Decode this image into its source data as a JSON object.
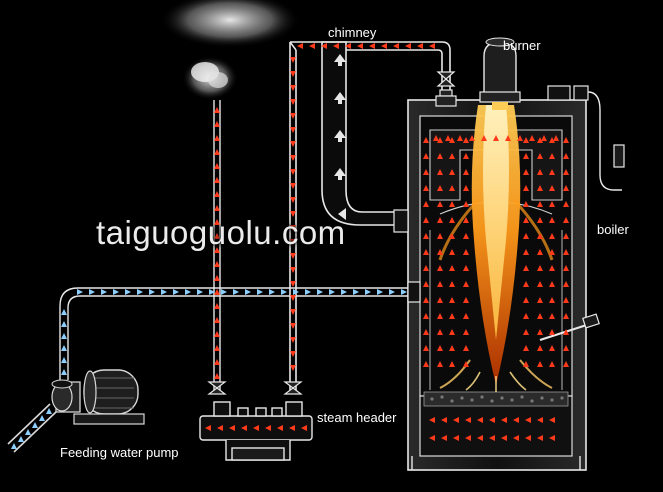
{
  "labels": {
    "chimney": "chimney",
    "burner": "burner",
    "boiler": "boiler",
    "steam_header": "steam header",
    "feeding_water_pump": "Feeding water pump"
  },
  "watermark": "taiguoguolu.com",
  "colors": {
    "background": "#000000",
    "outline": "#e8e8e8",
    "flow_arrow": "#ff3a1a",
    "water_arrow": "#7fc8ff",
    "flame_core": "#ffe07a",
    "flame_outer": "#ff8a1a"
  }
}
